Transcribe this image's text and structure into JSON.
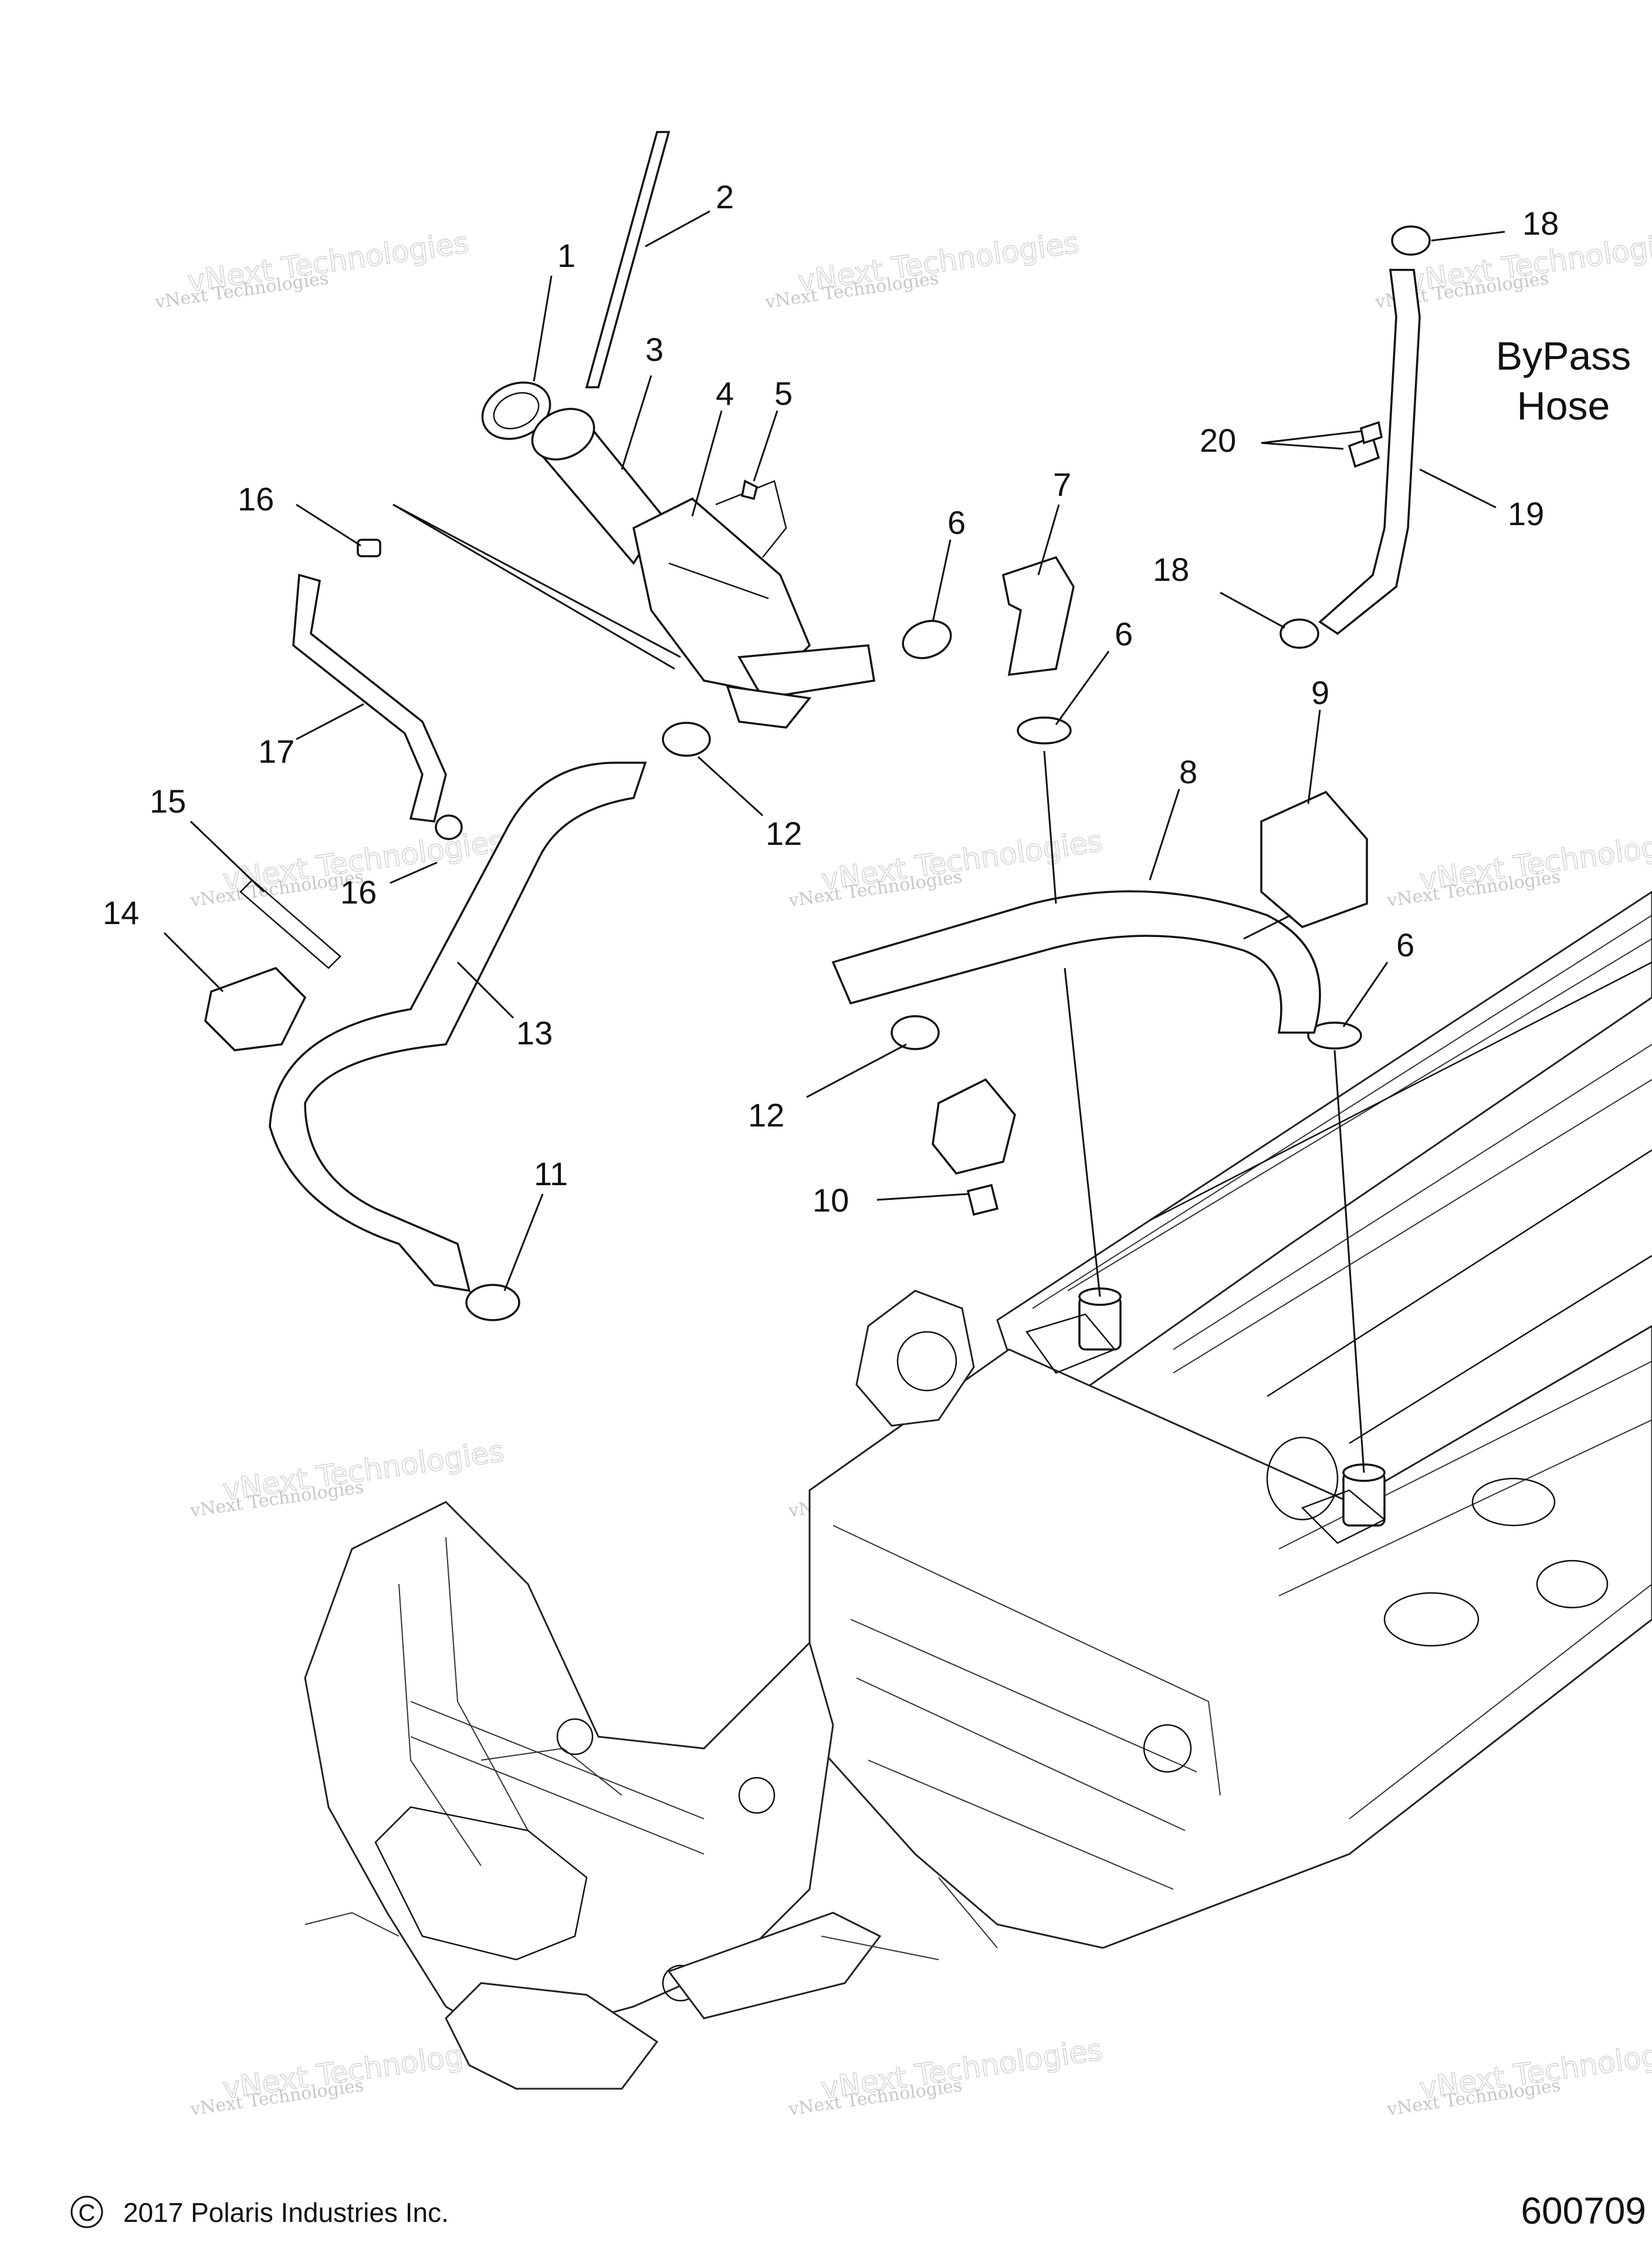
{
  "callouts": [
    {
      "n": "1"
    },
    {
      "n": "2"
    },
    {
      "n": "3"
    },
    {
      "n": "4"
    },
    {
      "n": "5"
    },
    {
      "n": "6"
    },
    {
      "n": "7"
    },
    {
      "n": "6"
    },
    {
      "n": "8"
    },
    {
      "n": "9"
    },
    {
      "n": "6"
    },
    {
      "n": "10"
    },
    {
      "n": "11"
    },
    {
      "n": "12"
    },
    {
      "n": "12"
    },
    {
      "n": "13"
    },
    {
      "n": "14"
    },
    {
      "n": "15"
    },
    {
      "n": "16"
    },
    {
      "n": "16"
    },
    {
      "n": "17"
    },
    {
      "n": "18"
    },
    {
      "n": "18"
    },
    {
      "n": "19"
    },
    {
      "n": "20"
    }
  ],
  "note": {
    "line1": "ByPass",
    "line2": "Hose"
  },
  "watermark": {
    "line1": "vNext Technologies",
    "line2": "vNext Technologies"
  },
  "footer": {
    "copyright_symbol": "©",
    "copyright": "2017 Polaris Industries Inc.",
    "figure_id": "600709"
  }
}
